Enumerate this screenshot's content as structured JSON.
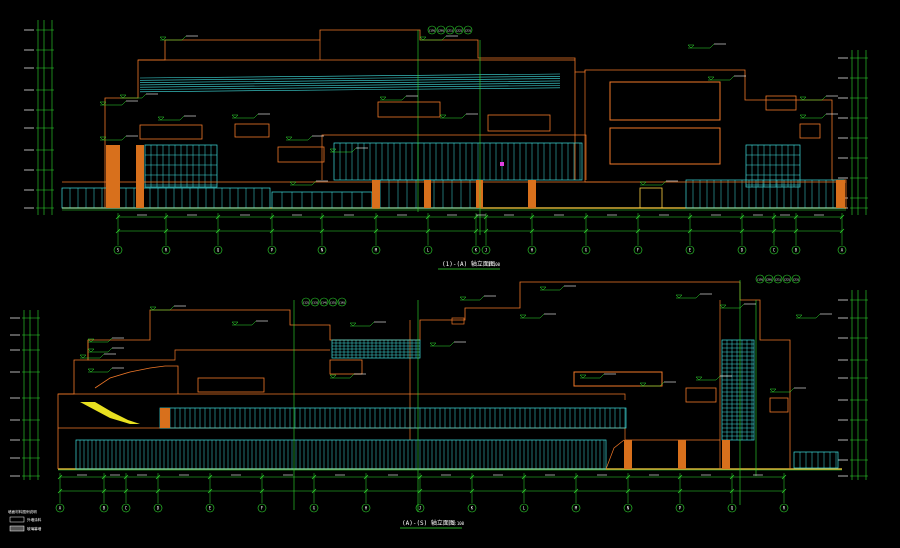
{
  "colors": {
    "background": "#000000",
    "outline": "#f07828",
    "glazing": "#40e0e0",
    "axis": "#30e030",
    "column": "#d8701c",
    "ground": "#ffd040",
    "text": "#ffffff",
    "accent": "#e040e0",
    "highlight": "#f0f040"
  },
  "upper": {
    "title": "(1)-(A) 轴立面图",
    "scale": "1:100",
    "axes": [
      "S",
      "R",
      "Q",
      "P",
      "N",
      "M",
      "L",
      "K",
      "J",
      "H",
      "G",
      "F",
      "E",
      "D",
      "C",
      "B",
      "A"
    ],
    "tags": [
      "(19)",
      "(20)",
      "(21)",
      "(22)",
      "(23)"
    ]
  },
  "lower": {
    "title": "(A)-(S) 轴立面图",
    "scale": "1:100",
    "axes": [
      "A",
      "B",
      "C",
      "D",
      "E",
      "F",
      "G",
      "H",
      "J",
      "K",
      "L",
      "M",
      "N",
      "P",
      "Q",
      "R",
      "S"
    ],
    "tags": [
      "(12)",
      "(13)",
      "(14)",
      "(15)",
      "(16)"
    ]
  },
  "legend": {
    "title": "墙面材料图例说明",
    "items": [
      "外墙涂料",
      "玻璃幕墙"
    ]
  }
}
